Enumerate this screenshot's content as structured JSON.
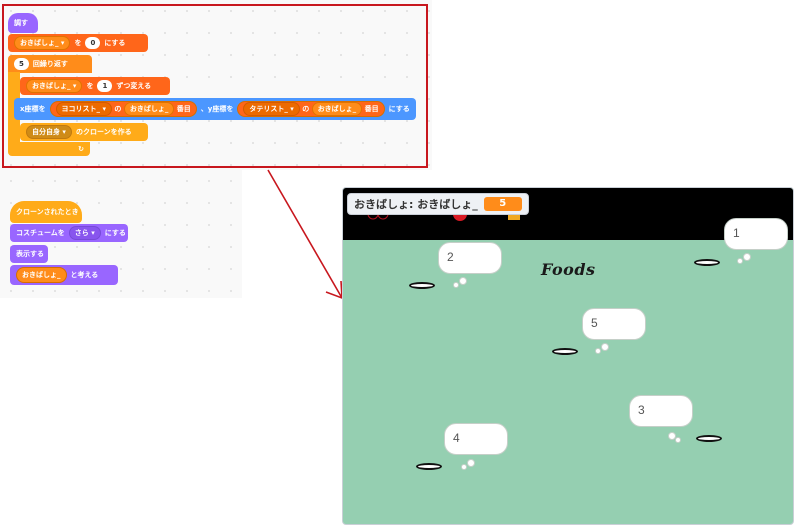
{
  "script1": {
    "hat": "調す",
    "set_var": {
      "var": "おきばしょ_",
      "to_label": "を",
      "value": "0",
      "suffix": "にする"
    },
    "repeat": {
      "count": "5",
      "label": "回繰り返す"
    },
    "change_var": {
      "var": "おきばしょ_",
      "by_label": "を",
      "value": "1",
      "suffix": "ずつ変える"
    },
    "goto": {
      "x_label": "x座標を",
      "x_list": "ヨコリスト_",
      "of1": "の",
      "x_index": "おきばしょ_",
      "nth1": "番目",
      "y_label": "、y座標を",
      "y_list": "タテリスト_",
      "of2": "の",
      "y_index": "おきばしょ_",
      "nth2": "番目",
      "suffix": "にする"
    },
    "clone": {
      "target": "自分自身",
      "suffix": "のクローンを作る"
    },
    "loop_arrow": "↻"
  },
  "script2": {
    "hat": "クローンされたとき",
    "costume": {
      "prefix": "コスチュームを",
      "value": "さら",
      "suffix": "にする"
    },
    "show": "表示する",
    "think": {
      "value": "おきばしょ_",
      "suffix": "と考える"
    }
  },
  "stage": {
    "monitor_label": "おきばしょ: おきばしょ_",
    "monitor_value": "5",
    "title_text": "Foods",
    "bubbles": [
      "2",
      "1",
      "5",
      "3",
      "4"
    ]
  },
  "colors": {
    "events": "#ffab19",
    "variables": "#ff8c1a",
    "control": "#ffab19",
    "motion": "#4c97ff",
    "looks": "#9966ff",
    "highlight": "#c8171e",
    "stage_bg": "#95cfb1"
  }
}
